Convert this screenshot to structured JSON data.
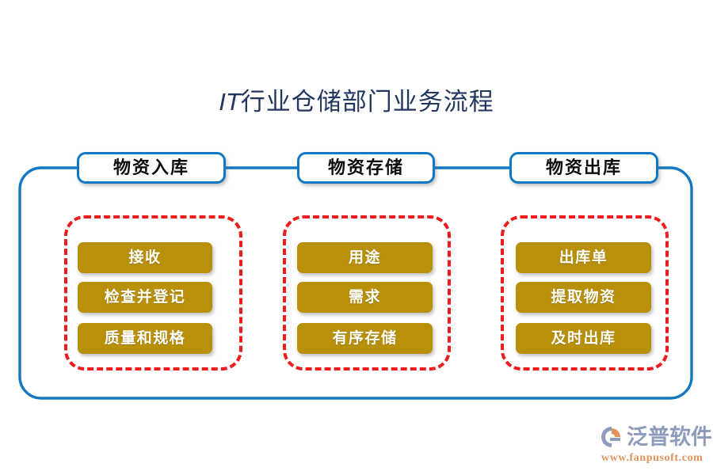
{
  "title": {
    "latin": "IT",
    "cjk": "行业仓储部门业务流程",
    "full": "IT行业仓储部门业务流程",
    "color": "#21375f"
  },
  "colors": {
    "frame_blue": "#1278c2",
    "dashed_red": "#ee1c1c",
    "task_gold": "#b8900a",
    "task_text": "#ffffff",
    "title_navy": "#21375f",
    "watermark_blue": "#8e9cbb",
    "watermark_orange": "#e0935c"
  },
  "stages": [
    {
      "label": "物资入库",
      "tasks": [
        "接收",
        "检查并登记",
        "质量和规格"
      ]
    },
    {
      "label": "物资存储",
      "tasks": [
        "用途",
        "需求",
        "有序存储"
      ]
    },
    {
      "label": "物资出库",
      "tasks": [
        "出库单",
        "提取物资",
        "及时出库"
      ]
    }
  ],
  "watermark": {
    "brand": "泛普软件",
    "url": "www.fanpusoft.com",
    "icon": "fanpu-logo-icon"
  }
}
